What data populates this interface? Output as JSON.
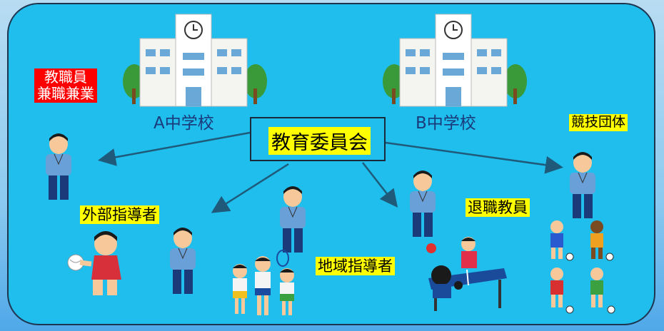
{
  "board": {
    "label": "教育委員会"
  },
  "schools": [
    {
      "name": "A中学校"
    },
    {
      "name": "B中学校"
    }
  ],
  "labels": {
    "staff_line1": "教職員",
    "staff_line2": "兼職兼業",
    "external": "外部指導者",
    "community": "地域指導者",
    "retired": "退職教員",
    "sports_org": "競技団体"
  },
  "colors": {
    "panel": "#1fbeec",
    "highlight_yellow": "#ffff00",
    "highlight_red": "#ff0000",
    "arrow": "#1f5a7a"
  }
}
